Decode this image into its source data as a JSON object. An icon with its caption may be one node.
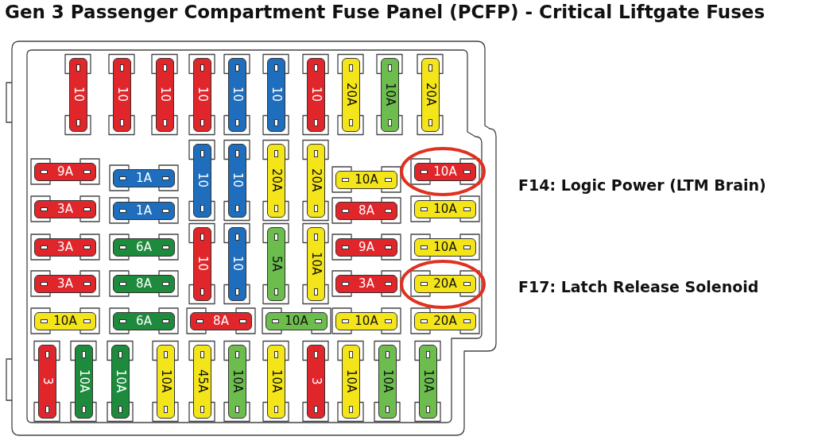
{
  "diagram": {
    "title": "Gen 3 Passenger Compartment Fuse Panel (PCFP) - Critical Liftgate Fuses",
    "nodes": [
      {
        "text": [
          "10"
        ]
      },
      {
        "text": [
          "10"
        ]
      },
      {
        "text": [
          "10"
        ]
      },
      {
        "text": [
          "10"
        ]
      },
      {
        "text": [
          "10"
        ]
      },
      {
        "text": [
          "10"
        ]
      },
      {
        "text": [
          "10"
        ]
      },
      {
        "text": [
          "20A"
        ]
      },
      {
        "text": [
          "10A"
        ]
      },
      {
        "text": [
          "20A"
        ]
      },
      {
        "text": [
          "9A"
        ]
      },
      {
        "text": [
          "1A"
        ]
      },
      {
        "text": [
          "10"
        ]
      },
      {
        "text": [
          "10"
        ]
      },
      {
        "text": [
          "20A"
        ]
      },
      {
        "text": [
          "20A"
        ]
      },
      {
        "text": [
          "10A"
        ]
      },
      {
        "text": [
          "10A"
        ],
        "beside": [
          "F14: Logic Power (LTM Brain)"
        ]
      },
      {
        "text": [
          "3A"
        ]
      },
      {
        "text": [
          "1A"
        ]
      },
      {
        "text": [
          "8A"
        ]
      },
      {
        "text": [
          "10A"
        ]
      },
      {
        "text": [
          "3A"
        ]
      },
      {
        "text": [
          "6A"
        ]
      },
      {
        "text": [
          "10"
        ]
      },
      {
        "text": [
          "10"
        ]
      },
      {
        "text": [
          "5A"
        ]
      },
      {
        "text": [
          "10A"
        ]
      },
      {
        "text": [
          "9A"
        ]
      },
      {
        "text": [
          "10A"
        ]
      },
      {
        "text": [
          "3A"
        ]
      },
      {
        "text": [
          "8A"
        ]
      },
      {
        "text": [
          "3A"
        ]
      },
      {
        "text": [
          "20A"
        ],
        "beside": [
          "F17: Latch Release Solenoid"
        ]
      },
      {
        "text": [
          "10A"
        ]
      },
      {
        "text": [
          "6A"
        ]
      },
      {
        "text": [
          "8A"
        ]
      },
      {
        "text": [
          "10A"
        ]
      },
      {
        "text": [
          "10A"
        ]
      },
      {
        "text": [
          "20A"
        ]
      },
      {
        "text": [
          "3"
        ]
      },
      {
        "text": [
          "10A"
        ]
      },
      {
        "text": [
          "10A"
        ]
      },
      {
        "text": [
          "10A"
        ]
      },
      {
        "text": [
          "45A"
        ]
      },
      {
        "text": [
          "10A"
        ]
      },
      {
        "text": [
          "10A"
        ]
      },
      {
        "text": [
          "3"
        ]
      },
      {
        "text": [
          "10A"
        ]
      },
      {
        "text": [
          "10A"
        ]
      },
      {
        "text": [
          "10A"
        ]
      }
    ]
  }
}
